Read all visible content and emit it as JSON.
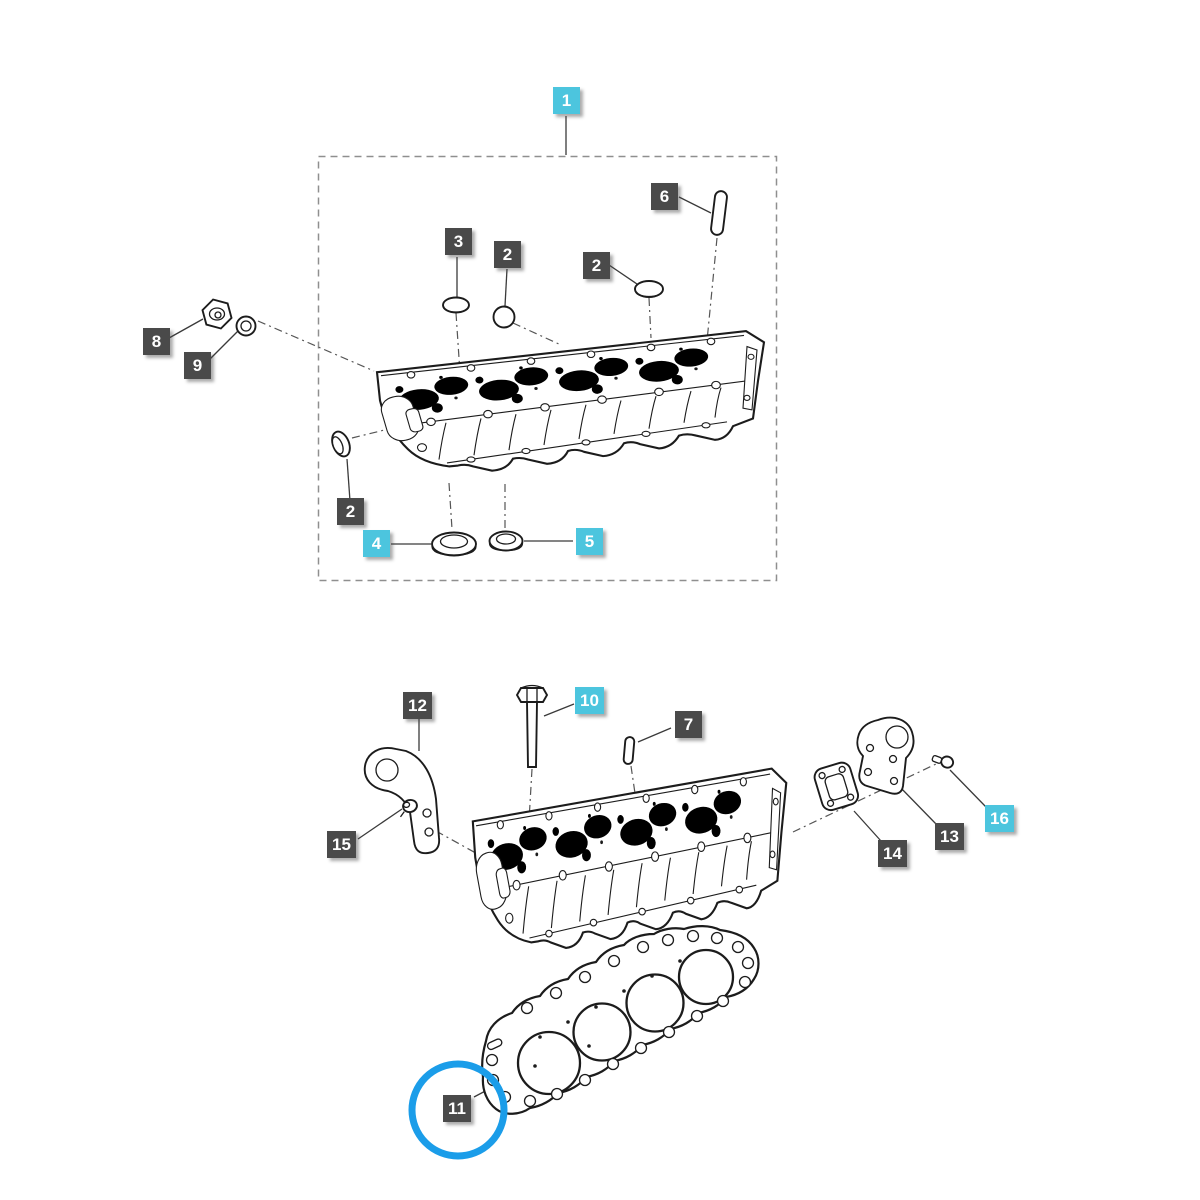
{
  "diagram": {
    "type": "exploded-parts-diagram",
    "subject": "cylinder head assembly",
    "background_color": "#ffffff",
    "line_color": "#1c1c1c",
    "callout_dark_bg": "#4a4a4a",
    "callout_cyan_bg": "#4cc5de",
    "callout_text_color": "#ffffff",
    "selection_circle_color": "#1b9de9",
    "group_box_style": "dashed"
  },
  "callouts": {
    "c1": {
      "num": "1",
      "variant": "cyan"
    },
    "c2a": {
      "num": "2",
      "variant": "dark"
    },
    "c2b": {
      "num": "2",
      "variant": "dark"
    },
    "c2c": {
      "num": "2",
      "variant": "dark"
    },
    "c3": {
      "num": "3",
      "variant": "dark"
    },
    "c4": {
      "num": "4",
      "variant": "cyan"
    },
    "c5": {
      "num": "5",
      "variant": "cyan"
    },
    "c6": {
      "num": "6",
      "variant": "dark"
    },
    "c7": {
      "num": "7",
      "variant": "dark"
    },
    "c8": {
      "num": "8",
      "variant": "dark"
    },
    "c9": {
      "num": "9",
      "variant": "dark"
    },
    "c10": {
      "num": "10",
      "variant": "cyan"
    },
    "c11": {
      "num": "11",
      "variant": "dark",
      "circled": true
    },
    "c12": {
      "num": "12",
      "variant": "dark"
    },
    "c13": {
      "num": "13",
      "variant": "dark"
    },
    "c14": {
      "num": "14",
      "variant": "dark"
    },
    "c15": {
      "num": "15",
      "variant": "dark"
    },
    "c16": {
      "num": "16",
      "variant": "cyan"
    }
  }
}
